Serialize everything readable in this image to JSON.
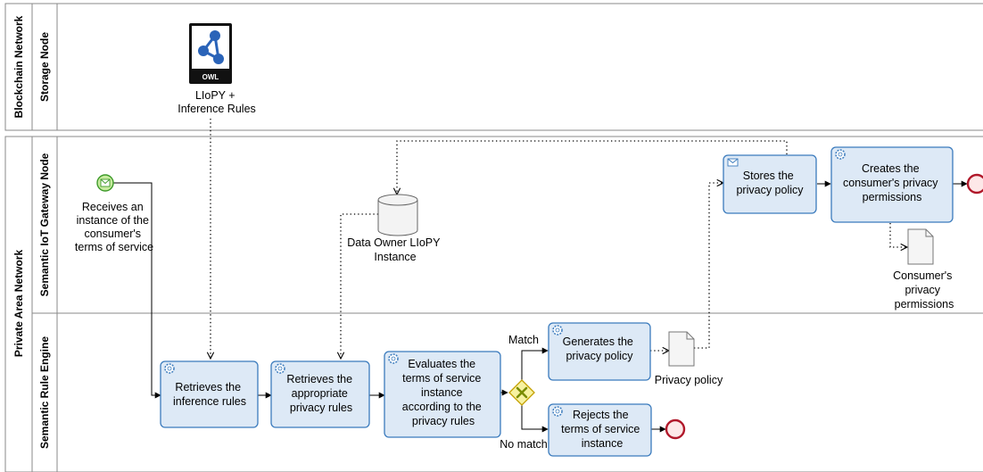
{
  "pools": {
    "blockchain": {
      "label": "Blockchain Network",
      "lanes": [
        {
          "label": "Storage Node"
        }
      ]
    },
    "private": {
      "label": "Private Area Network",
      "lanes": [
        {
          "label": "Semantic IoT Gateway Node"
        },
        {
          "label": "Semantic Rule Engine"
        }
      ]
    }
  },
  "owl_badge": "OWL",
  "artifacts": {
    "llopy_rules": {
      "lines": [
        "LIoPY +",
        "Inference Rules"
      ]
    },
    "data_owner": {
      "lines": [
        "Data Owner LIoPY",
        "Instance"
      ]
    },
    "privacy_policy": {
      "lines": [
        "Privacy policy"
      ]
    },
    "consumer_permissions": {
      "lines": [
        "Consumer's",
        "privacy",
        "permissions"
      ]
    }
  },
  "start_event": {
    "lines": [
      "Receives an",
      "instance of the",
      "consumer's",
      "terms of service"
    ]
  },
  "tasks": {
    "stores": {
      "lines": [
        "Stores the",
        "privacy policy"
      ]
    },
    "creates": {
      "lines": [
        "Creates the",
        "consumer's privacy",
        "permissions"
      ]
    },
    "retrieves_inference": {
      "lines": [
        "Retrieves the",
        "inference rules"
      ]
    },
    "retrieves_privacy": {
      "lines": [
        "Retrieves the",
        "appropriate",
        "privacy rules"
      ]
    },
    "evaluates": {
      "lines": [
        "Evaluates the",
        "terms of service",
        "instance",
        "according to the",
        "privacy rules"
      ]
    },
    "generates": {
      "lines": [
        "Generates the",
        "privacy policy"
      ]
    },
    "rejects": {
      "lines": [
        "Rejects the",
        "terms of service",
        "instance"
      ]
    }
  },
  "gateway_labels": {
    "match": "Match",
    "no_match": "No match"
  },
  "colors": {
    "task_fill": "#dde9f6",
    "task_stroke": "#3b7bbd",
    "start_fill": "#c8eca0",
    "start_stroke": "#3e9a2a",
    "end_stroke": "#b0182a",
    "end_fill": "#fde8e8",
    "gateway_fill": "#f7f2a1",
    "gateway_stroke": "#c4a000",
    "gateway_mark": "#7a8c00"
  }
}
